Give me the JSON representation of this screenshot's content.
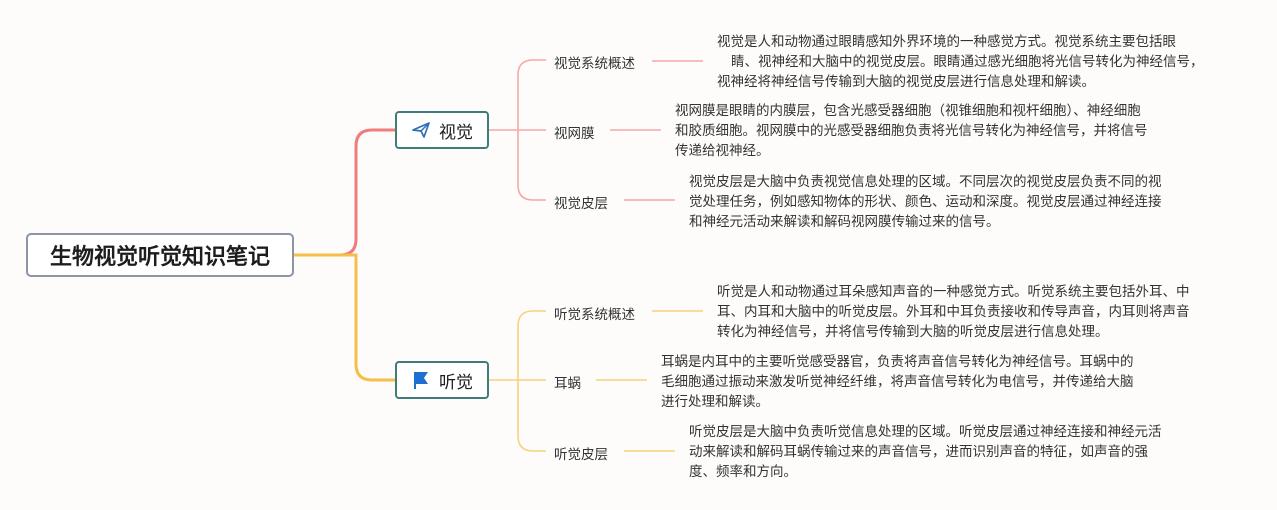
{
  "root": {
    "title": "生物视觉听觉知识笔记"
  },
  "colors": {
    "vision": "#f07c7c",
    "hearing": "#f5c04a",
    "branch_border": "#3f7d7a",
    "root_border": "#8c95a4"
  },
  "branches": [
    {
      "label": "视觉",
      "icon": "paper-plane-icon",
      "children": [
        {
          "label": "视觉系统概述",
          "lines": [
            "视觉是人和动物通过眼睛感知外界环境的一种感觉方式。视觉系统主要包括眼",
            "睛、视神经和大脑中的视觉皮层。眼睛通过感光细胞将光信号转化为神经信号，",
            "视神经将神经信号传输到大脑的视觉皮层进行信息处理和解读。"
          ]
        },
        {
          "label": "视网膜",
          "lines": [
            "视网膜是眼睛的内膜层，包含光感受器细胞（视锥细胞和视杆细胞）、神经细胞",
            "和胶质细胞。视网膜中的光感受器细胞负责将光信号转化为神经信号，并将信号",
            "传递给视神经。"
          ]
        },
        {
          "label": "视觉皮层",
          "lines": [
            "视觉皮层是大脑中负责视觉信息处理的区域。不同层次的视觉皮层负责不同的视",
            "觉处理任务，例如感知物体的形状、颜色、运动和深度。视觉皮层通过神经连接",
            "和神经元活动来解读和解码视网膜传输过来的信号。"
          ]
        }
      ]
    },
    {
      "label": "听觉",
      "icon": "flag-icon",
      "children": [
        {
          "label": "听觉系统概述",
          "lines": [
            "听觉是人和动物通过耳朵感知声音的一种感觉方式。听觉系统主要包括外耳、中",
            "耳、内耳和大脑中的听觉皮层。外耳和中耳负责接收和传导声音，内耳则将声音",
            "转化为神经信号，并将信号传输到大脑的听觉皮层进行信息处理。"
          ]
        },
        {
          "label": "耳蜗",
          "lines": [
            "耳蜗是内耳中的主要听觉感受器官，负责将声音信号转化为神经信号。耳蜗中的",
            "毛细胞通过振动来激发听觉神经纤维，将声音信号转化为电信号，并传递给大脑",
            "进行处理和解读。"
          ]
        },
        {
          "label": "听觉皮层",
          "lines": [
            "听觉皮层是大脑中负责听觉信息处理的区域。听觉皮层通过神经连接和神经元活",
            "动来解读和解码耳蜗传输过来的声音信号，进而识别声音的特征，如声音的强",
            "度、频率和方向。"
          ]
        }
      ]
    }
  ]
}
